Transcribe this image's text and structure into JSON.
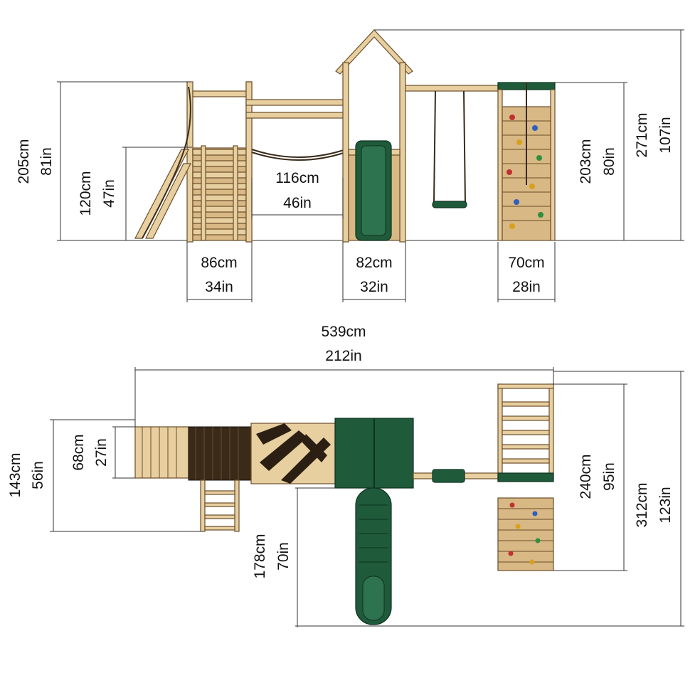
{
  "dimensions": {
    "front": {
      "climb_height_cm": "205cm",
      "climb_height_in": "81in",
      "platform_height_cm": "120cm",
      "platform_height_in": "47in",
      "bridge_cm": "116cm",
      "bridge_in": "46in",
      "tower_depth_cm": "86cm",
      "tower_depth_in": "34in",
      "slide_tower_cm": "82cm",
      "slide_tower_in": "32in",
      "wall_width_cm": "70cm",
      "wall_width_in": "28in",
      "wall_height_cm": "203cm",
      "wall_height_in": "80in",
      "total_height_cm": "271cm",
      "total_height_in": "107in"
    },
    "top": {
      "total_length_cm": "539cm",
      "total_length_in": "212in",
      "deck_width_cm": "68cm",
      "deck_width_in": "27in",
      "ladder_depth_cm": "143cm",
      "ladder_depth_in": "56in",
      "slide_length_cm": "178cm",
      "slide_length_in": "70in",
      "wall_length_cm": "240cm",
      "wall_length_in": "95in",
      "total_width_cm": "312cm",
      "total_width_in": "123in"
    }
  },
  "colors": {
    "wood": "#e8cfa0",
    "wood_outline": "#6b4e2a",
    "slide_green": "#1f5a3a",
    "line": "#333333"
  }
}
